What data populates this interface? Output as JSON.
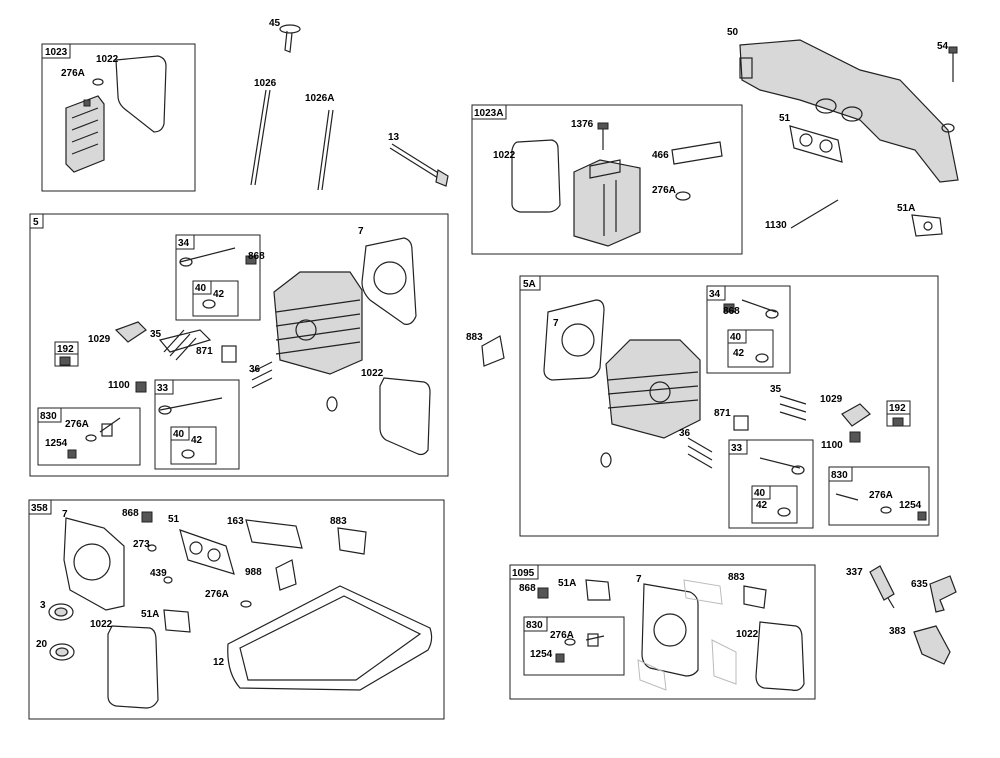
{
  "assemblies": [
    {
      "id": "a1023",
      "label": "1023"
    },
    {
      "id": "a5",
      "label": "5"
    },
    {
      "id": "a34",
      "label": "34"
    },
    {
      "id": "a40",
      "label": "40"
    },
    {
      "id": "a192",
      "label": "192"
    },
    {
      "id": "a33",
      "label": "33"
    },
    {
      "id": "a40b",
      "label": "40"
    },
    {
      "id": "a830",
      "label": "830"
    },
    {
      "id": "a1023A",
      "label": "1023A"
    },
    {
      "id": "a5A",
      "label": "5A"
    },
    {
      "id": "a34b",
      "label": "34"
    },
    {
      "id": "a40c",
      "label": "40"
    },
    {
      "id": "a192b",
      "label": "192"
    },
    {
      "id": "a33b",
      "label": "33"
    },
    {
      "id": "a40d",
      "label": "40"
    },
    {
      "id": "a830b",
      "label": "830"
    },
    {
      "id": "a358",
      "label": "358"
    },
    {
      "id": "a1095",
      "label": "1095"
    },
    {
      "id": "a830c",
      "label": "830"
    }
  ],
  "callouts": [
    {
      "id": "c45",
      "label": "45"
    },
    {
      "id": "c1022a",
      "label": "1022"
    },
    {
      "id": "c276Aa",
      "label": "276A"
    },
    {
      "id": "c1026",
      "label": "1026"
    },
    {
      "id": "c1026A",
      "label": "1026A"
    },
    {
      "id": "c13",
      "label": "13"
    },
    {
      "id": "c50",
      "label": "50"
    },
    {
      "id": "c54",
      "label": "54"
    },
    {
      "id": "c51a",
      "label": "51"
    },
    {
      "id": "c51Aa",
      "label": "51A"
    },
    {
      "id": "c1130",
      "label": "1130"
    },
    {
      "id": "c1376",
      "label": "1376"
    },
    {
      "id": "c466",
      "label": "466"
    },
    {
      "id": "c1022b",
      "label": "1022"
    },
    {
      "id": "c276Ab",
      "label": "276A"
    },
    {
      "id": "c7a",
      "label": "7"
    },
    {
      "id": "c868a",
      "label": "868"
    },
    {
      "id": "c42a",
      "label": "42"
    },
    {
      "id": "c1029a",
      "label": "1029"
    },
    {
      "id": "c35a",
      "label": "35"
    },
    {
      "id": "c871a",
      "label": "871"
    },
    {
      "id": "c36a",
      "label": "36"
    },
    {
      "id": "c1100a",
      "label": "1100"
    },
    {
      "id": "c1022c",
      "label": "1022"
    },
    {
      "id": "c276Ac",
      "label": "276A"
    },
    {
      "id": "c1254a",
      "label": "1254"
    },
    {
      "id": "c42b",
      "label": "42"
    },
    {
      "id": "c883a",
      "label": "883"
    },
    {
      "id": "c7b",
      "label": "7"
    },
    {
      "id": "c868b",
      "label": "868"
    },
    {
      "id": "c42c",
      "label": "42"
    },
    {
      "id": "c35b",
      "label": "35"
    },
    {
      "id": "c1029b",
      "label": "1029"
    },
    {
      "id": "c871b",
      "label": "871"
    },
    {
      "id": "c36b",
      "label": "36"
    },
    {
      "id": "c1100b",
      "label": "1100"
    },
    {
      "id": "c42d",
      "label": "42"
    },
    {
      "id": "c276Ad",
      "label": "276A"
    },
    {
      "id": "c1254b",
      "label": "1254"
    },
    {
      "id": "c7c",
      "label": "7"
    },
    {
      "id": "c868c",
      "label": "868"
    },
    {
      "id": "c51b",
      "label": "51"
    },
    {
      "id": "c163",
      "label": "163"
    },
    {
      "id": "c883b",
      "label": "883"
    },
    {
      "id": "c273",
      "label": "273"
    },
    {
      "id": "c439",
      "label": "439"
    },
    {
      "id": "c988",
      "label": "988"
    },
    {
      "id": "c276Ae",
      "label": "276A"
    },
    {
      "id": "c3",
      "label": "3"
    },
    {
      "id": "c51Ab",
      "label": "51A"
    },
    {
      "id": "c1022d",
      "label": "1022"
    },
    {
      "id": "c20",
      "label": "20"
    },
    {
      "id": "c12",
      "label": "12"
    },
    {
      "id": "c868d",
      "label": "868"
    },
    {
      "id": "c51Ac",
      "label": "51A"
    },
    {
      "id": "c7d",
      "label": "7"
    },
    {
      "id": "c883c",
      "label": "883"
    },
    {
      "id": "c276Af",
      "label": "276A"
    },
    {
      "id": "c1254c",
      "label": "1254"
    },
    {
      "id": "c1022e",
      "label": "1022"
    },
    {
      "id": "c337",
      "label": "337"
    },
    {
      "id": "c635",
      "label": "635"
    },
    {
      "id": "c383",
      "label": "383"
    }
  ]
}
